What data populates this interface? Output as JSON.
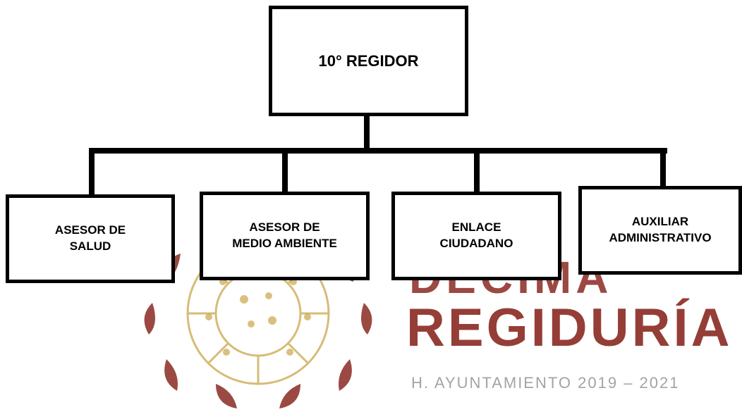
{
  "chart": {
    "root": {
      "label": "10° REGIDOR"
    },
    "children": [
      {
        "label": "ASESOR DE\nSALUD"
      },
      {
        "label": "ASESOR DE\nMEDIO AMBIENTE"
      },
      {
        "label": "ENLACE\nCIUDADANO"
      },
      {
        "label": "AUXILIAR\nADMINISTRATIVO"
      }
    ]
  },
  "watermark": {
    "top_text": "DÉCIMA",
    "title": "REGIDURÍA",
    "subtitle": "H. AYUNTAMIENTO 2019 – 2021"
  },
  "colors": {
    "brand": "#8a2a22",
    "brand_gold": "#c9a64a",
    "lines": "#000000"
  }
}
